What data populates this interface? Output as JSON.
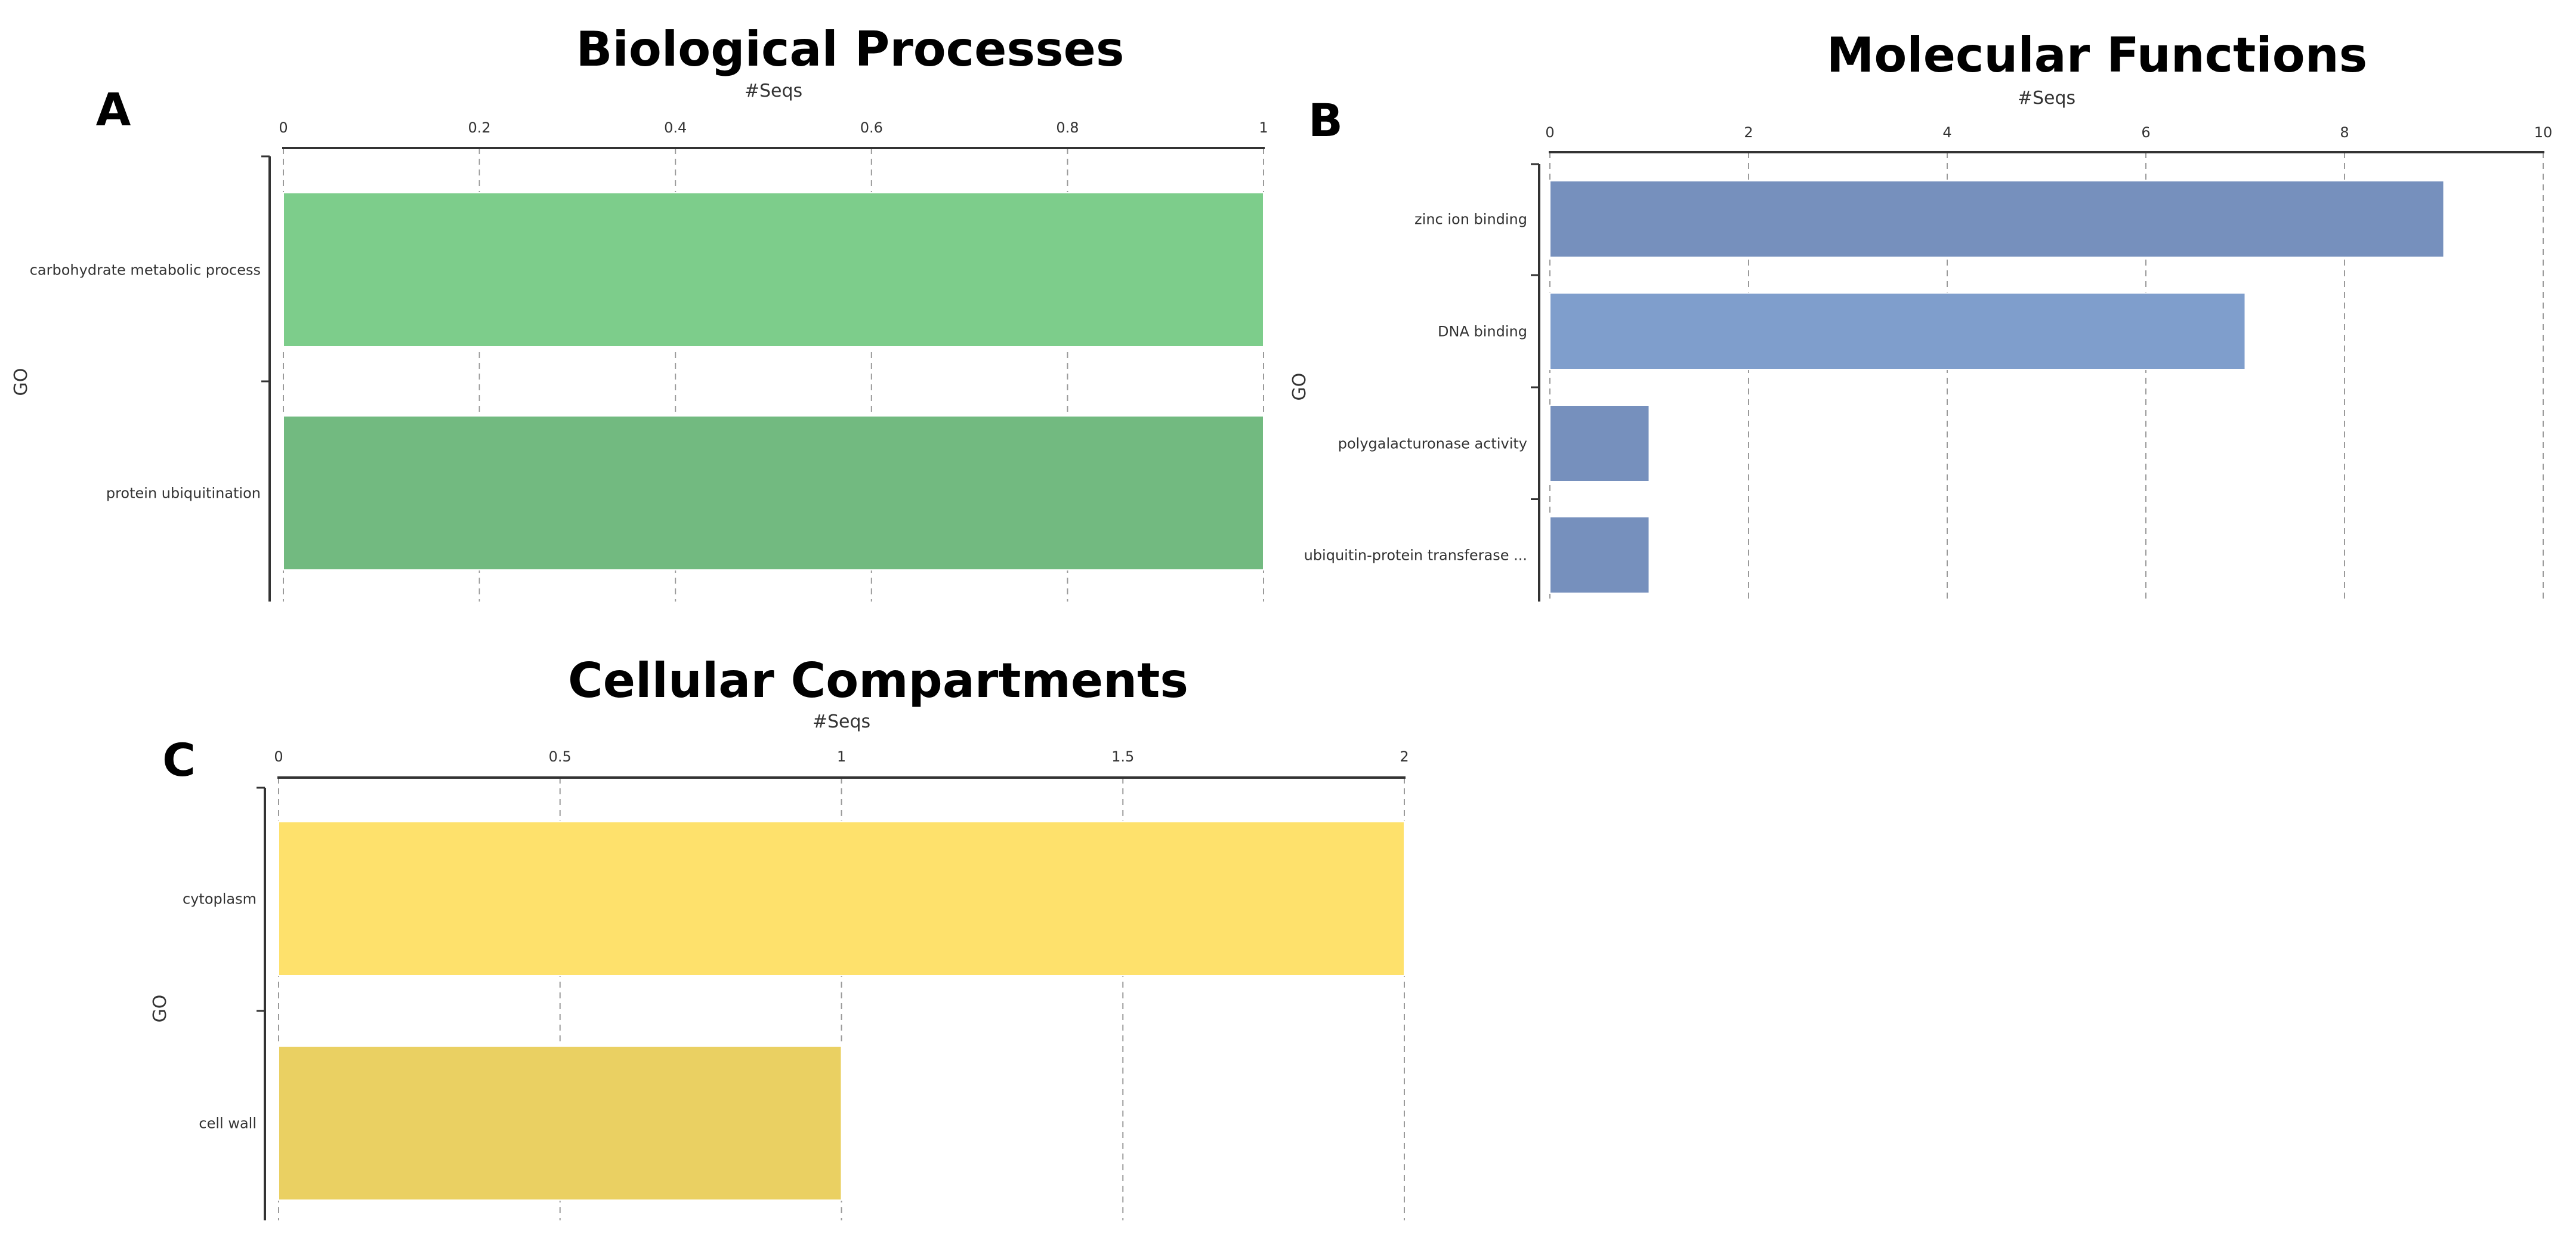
{
  "panels": [
    {
      "letter": "A",
      "chart_data": {
        "type": "bar",
        "orientation": "horizontal",
        "title": "Biological Processes",
        "xlabel": "#Seqs",
        "ylabel": "GO",
        "categories": [
          "carbohydrate metabolic process",
          "protein ubiquitination"
        ],
        "values": [
          1,
          1
        ],
        "colors": [
          "#7dcd8b",
          "#72ba80"
        ],
        "xlim": [
          0,
          1
        ],
        "xticks": [
          0,
          0.2,
          0.4,
          0.6,
          0.8,
          1
        ],
        "grid": true,
        "axis_position": "top"
      }
    },
    {
      "letter": "B",
      "chart_data": {
        "type": "bar",
        "orientation": "horizontal",
        "title": "Molecular Functions",
        "xlabel": "#Seqs",
        "ylabel": "GO",
        "categories": [
          "zinc ion binding",
          "DNA binding",
          "polygalacturonase activity",
          "ubiquitin-protein transferase ..."
        ],
        "values": [
          9,
          7,
          1,
          1
        ],
        "colors": [
          "#7690bd",
          "#7f9ecc",
          "#7690bd",
          "#7690bd"
        ],
        "xlim": [
          0,
          10
        ],
        "xticks": [
          0,
          2,
          4,
          6,
          8,
          10
        ],
        "grid": true,
        "axis_position": "top"
      }
    },
    {
      "letter": "C",
      "chart_data": {
        "type": "bar",
        "orientation": "horizontal",
        "title": "Cellular Compartments",
        "xlabel": "#Seqs",
        "ylabel": "GO",
        "categories": [
          "cytoplasm",
          "cell wall"
        ],
        "values": [
          2,
          1
        ],
        "colors": [
          "#fee16c",
          "#ead062"
        ],
        "xlim": [
          0,
          2
        ],
        "xticks": [
          0,
          0.5,
          1,
          1.5,
          2
        ],
        "grid": true,
        "axis_position": "top"
      }
    }
  ]
}
